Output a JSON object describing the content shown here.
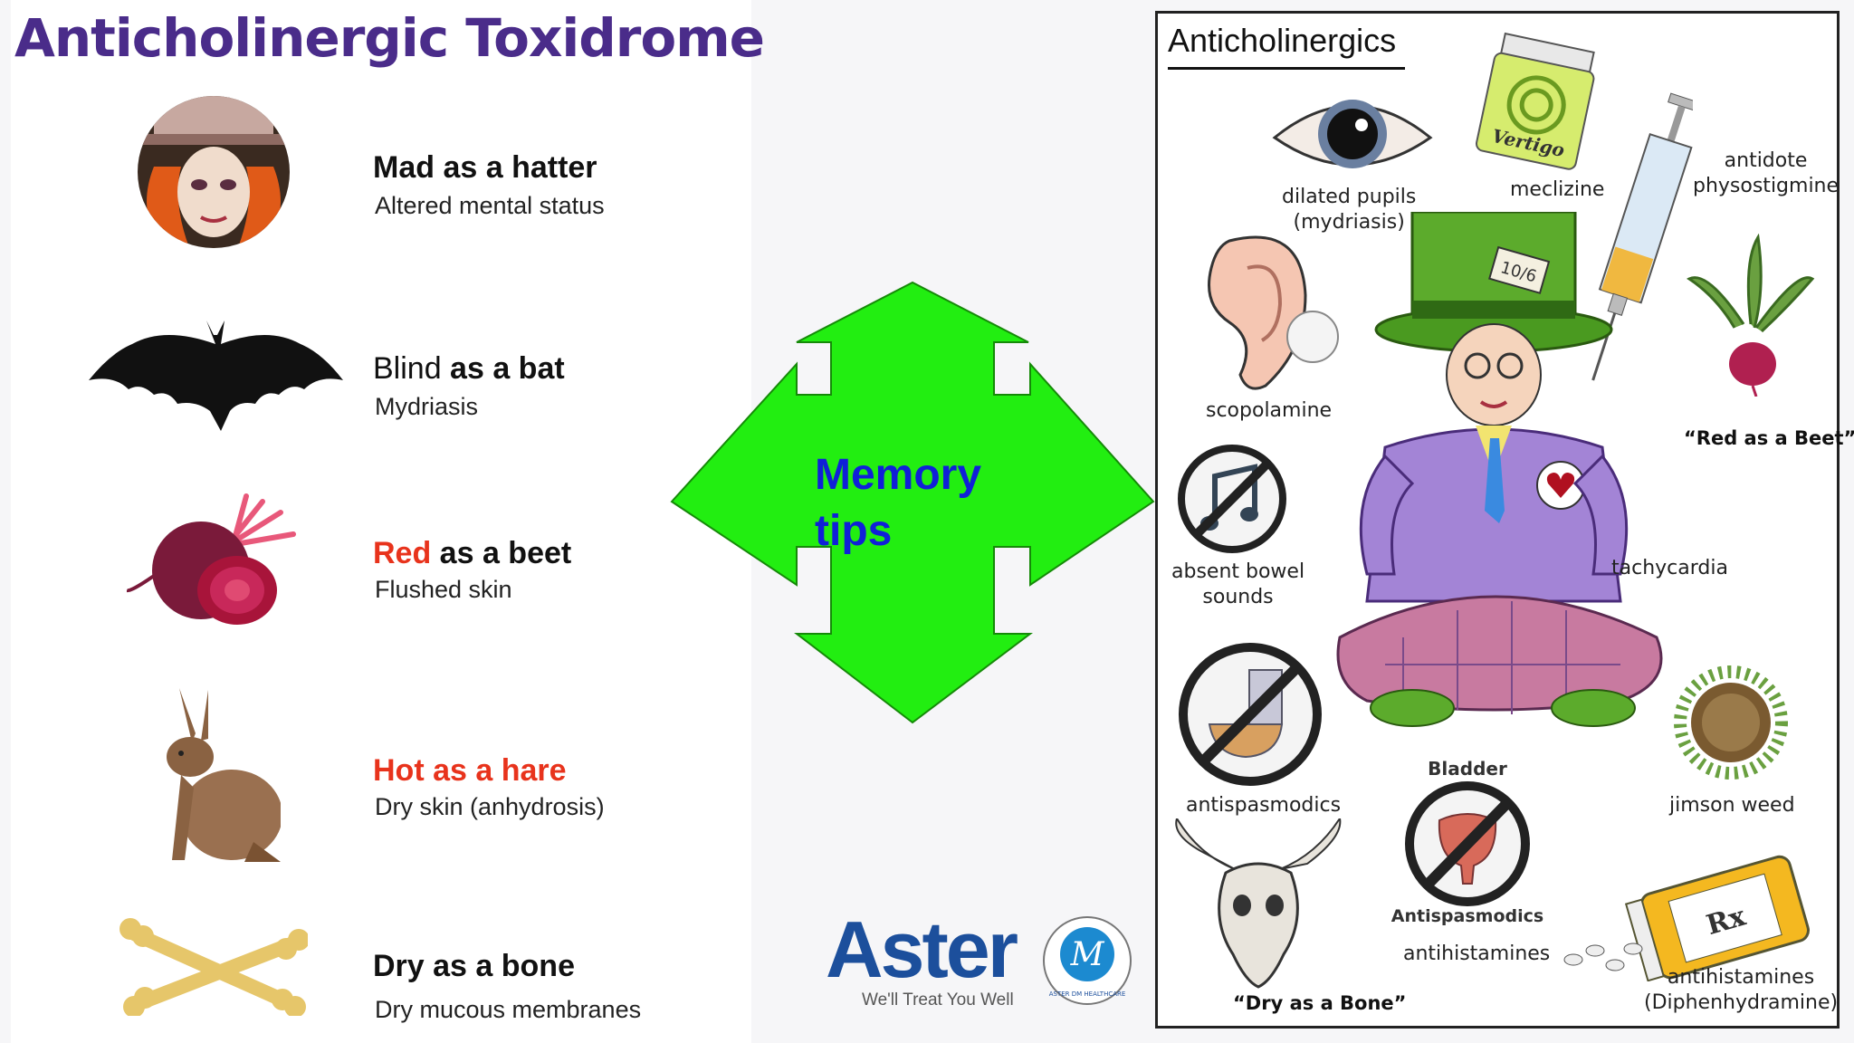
{
  "left": {
    "title": "Anticholinergic Toxidrome",
    "items": [
      {
        "t1": "Mad as a hatter",
        "sub": "Altered mental status"
      },
      {
        "w1": "Blind",
        "w2": " as a bat",
        "sub": "Mydriasis"
      },
      {
        "w1": "Red",
        "w2": " as a beet",
        "sub": "Flushed skin"
      },
      {
        "w1": "Hot as a hare",
        "sub": "Dry skin (anhydrosis)"
      },
      {
        "t1": "Dry as a bone",
        "sub": "Dry mucous membranes"
      }
    ]
  },
  "center": {
    "line1": "Memory",
    "line2": "tips"
  },
  "logo": {
    "name": "Aster",
    "tagline": "We'll Treat You Well",
    "seal_letter": "M",
    "seal_text": "ASTER DM HEALTHCARE"
  },
  "right": {
    "title": "Anticholinergics",
    "labels": {
      "dilated1": "dilated pupils",
      "dilated2": "(mydriasis)",
      "meclizine": "meclizine",
      "vertigo": "Vertigo",
      "antidote1": "antidote",
      "antidote2": "physostigmine",
      "scopolamine": "scopolamine",
      "red_beet": "“Red as a Beet”",
      "bowel1": "absent bowel",
      "bowel2": "sounds",
      "tachycardia": "tachycardia",
      "antispasmodics": "antispasmodics",
      "jimson": "jimson weed",
      "bladder": "Bladder",
      "antispasmodics_badge": "Antispasmodics",
      "antihistamines": "antihistamines",
      "antihistamines2_1": "antihistamines",
      "antihistamines2_2": "(Diphenhydramine)",
      "dry_bone": "“Dry as a Bone”",
      "hat_tag": "10/6",
      "rx": "Rx"
    }
  },
  "colors": {
    "title_purple": "#4a2c8a",
    "accent_red": "#e8331c",
    "arrow_green": "#22ee11",
    "memory_blue": "#1020d8",
    "aster_blue": "#1c4f9c"
  }
}
